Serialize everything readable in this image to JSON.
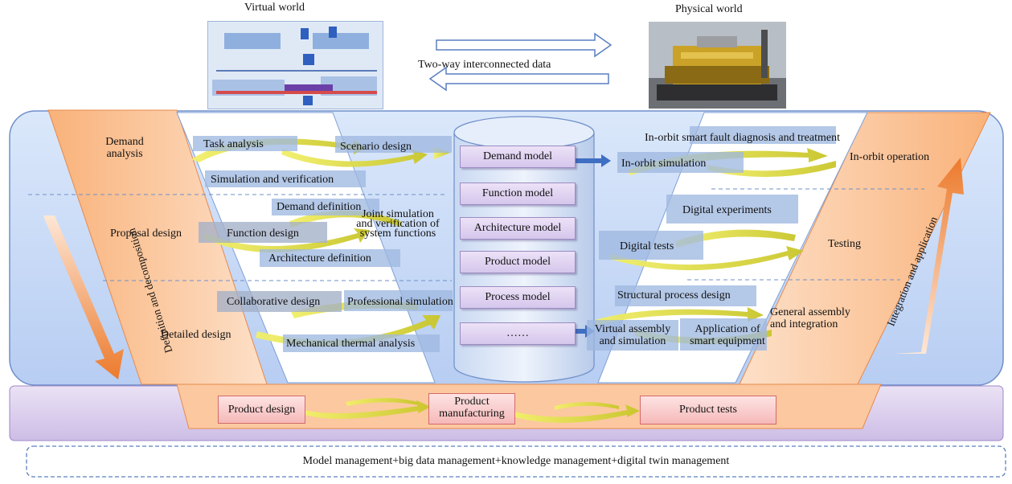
{
  "header": {
    "virtual_world": "Virtual world",
    "physical_world": "Physical world",
    "two_way": "Two-way interconnected data"
  },
  "left": {
    "demand_analysis": "Demand\nanalysis",
    "proposal_design": "Proposal design",
    "detailed_design": "Detailed  design",
    "task_analysis": "Task analysis",
    "scenario_design": "Scenario  design",
    "sim_verification": "Simulation  and  verification",
    "demand_definition": "Demand definition",
    "joint_sim": "Joint simulation\nand verification of\nsystem functions",
    "function_design": "Function design",
    "architecture_definition": "Architecture  definition",
    "collaborative_design": "Collaborative design",
    "professional_sim": "Professional simulation",
    "mech_thermal": "Mechanical thermal analysis",
    "axis_label": "Definition  and decomposition"
  },
  "models": [
    "Demand model",
    "Function model",
    "Architecture  model",
    "Product model",
    "Process  model",
    "……"
  ],
  "right": {
    "fault_diag": "In-orbit  smart fault diagnosis and treatment",
    "inorbit_operation": "In-orbit  operation",
    "inorbit_sim": "In-orbit simulation",
    "digital_experiments": "Digital experiments",
    "digital_tests": "Digital tests",
    "testing": "Testing",
    "struct_process": "Structural process design",
    "general_assembly": "General assembly\nand integration",
    "virtual_assembly": "Virtual assembly\nand simulation",
    "smart_equipment": "Application of\nsmart equipment",
    "axis_label": "Integration and application"
  },
  "bottom": {
    "product_design": "Product design",
    "product_manufacturing": "Product\nmanufacturing",
    "product_tests": "Product  tests",
    "management": "Model management+big data management+knowledge management+digital twin management"
  }
}
